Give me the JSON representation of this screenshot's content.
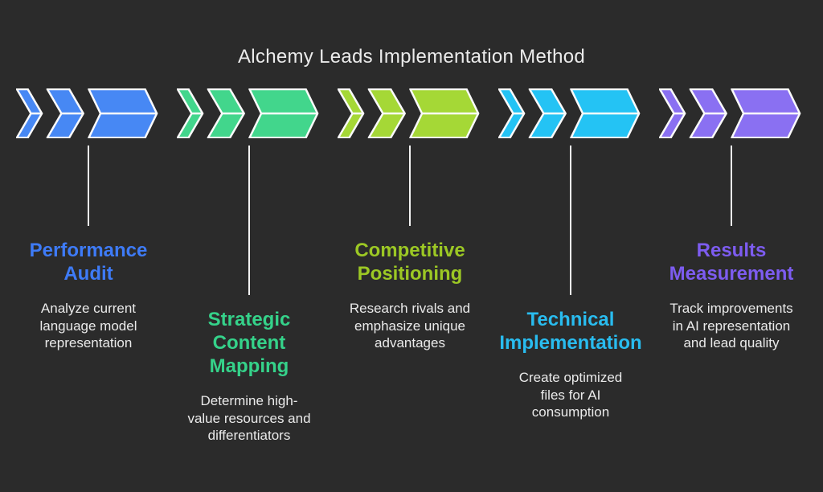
{
  "page": {
    "title": "Alchemy Leads Implementation Method",
    "background_color": "#2B2B2B",
    "title_color": "#EBEBEB",
    "connector_color": "#F2F2F2",
    "description_color": "#EAEAEA"
  },
  "steps": [
    {
      "name": "Performance Audit",
      "title_lines": [
        "Performance",
        "Audit"
      ],
      "description_lines": [
        "Analyze current",
        "language model",
        "representation"
      ],
      "chevron_color": "#4788F4",
      "title_color": "#3E7BF7",
      "chevron_icon": "triple-chevron-right"
    },
    {
      "name": "Strategic Content Mapping",
      "title_lines": [
        "Strategic",
        "Content",
        "Mapping"
      ],
      "description_lines": [
        "Determine high-",
        "value resources and",
        "differentiators"
      ],
      "chevron_color": "#42D68C",
      "title_color": "#35D28A",
      "chevron_icon": "triple-chevron-right"
    },
    {
      "name": "Competitive Positioning",
      "title_lines": [
        "Competitive",
        "Positioning"
      ],
      "description_lines": [
        "Research rivals and",
        "emphasize unique",
        "advantages"
      ],
      "chevron_color": "#A5D836",
      "title_color": "#9CC824",
      "chevron_icon": "triple-chevron-right"
    },
    {
      "name": "Technical Implementation",
      "title_lines": [
        "Technical",
        "Implementation"
      ],
      "description_lines": [
        "Create optimized",
        "files for AI",
        "consumption"
      ],
      "chevron_color": "#24C3F4",
      "title_color": "#29BCEF",
      "chevron_icon": "triple-chevron-right"
    },
    {
      "name": "Results Measurement",
      "title_lines": [
        "Results",
        "Measurement"
      ],
      "description_lines": [
        "Track improvements",
        "in AI representation",
        "and lead quality"
      ],
      "chevron_color": "#8A70F2",
      "title_color": "#7D5CF0",
      "chevron_icon": "triple-chevron-right"
    }
  ]
}
